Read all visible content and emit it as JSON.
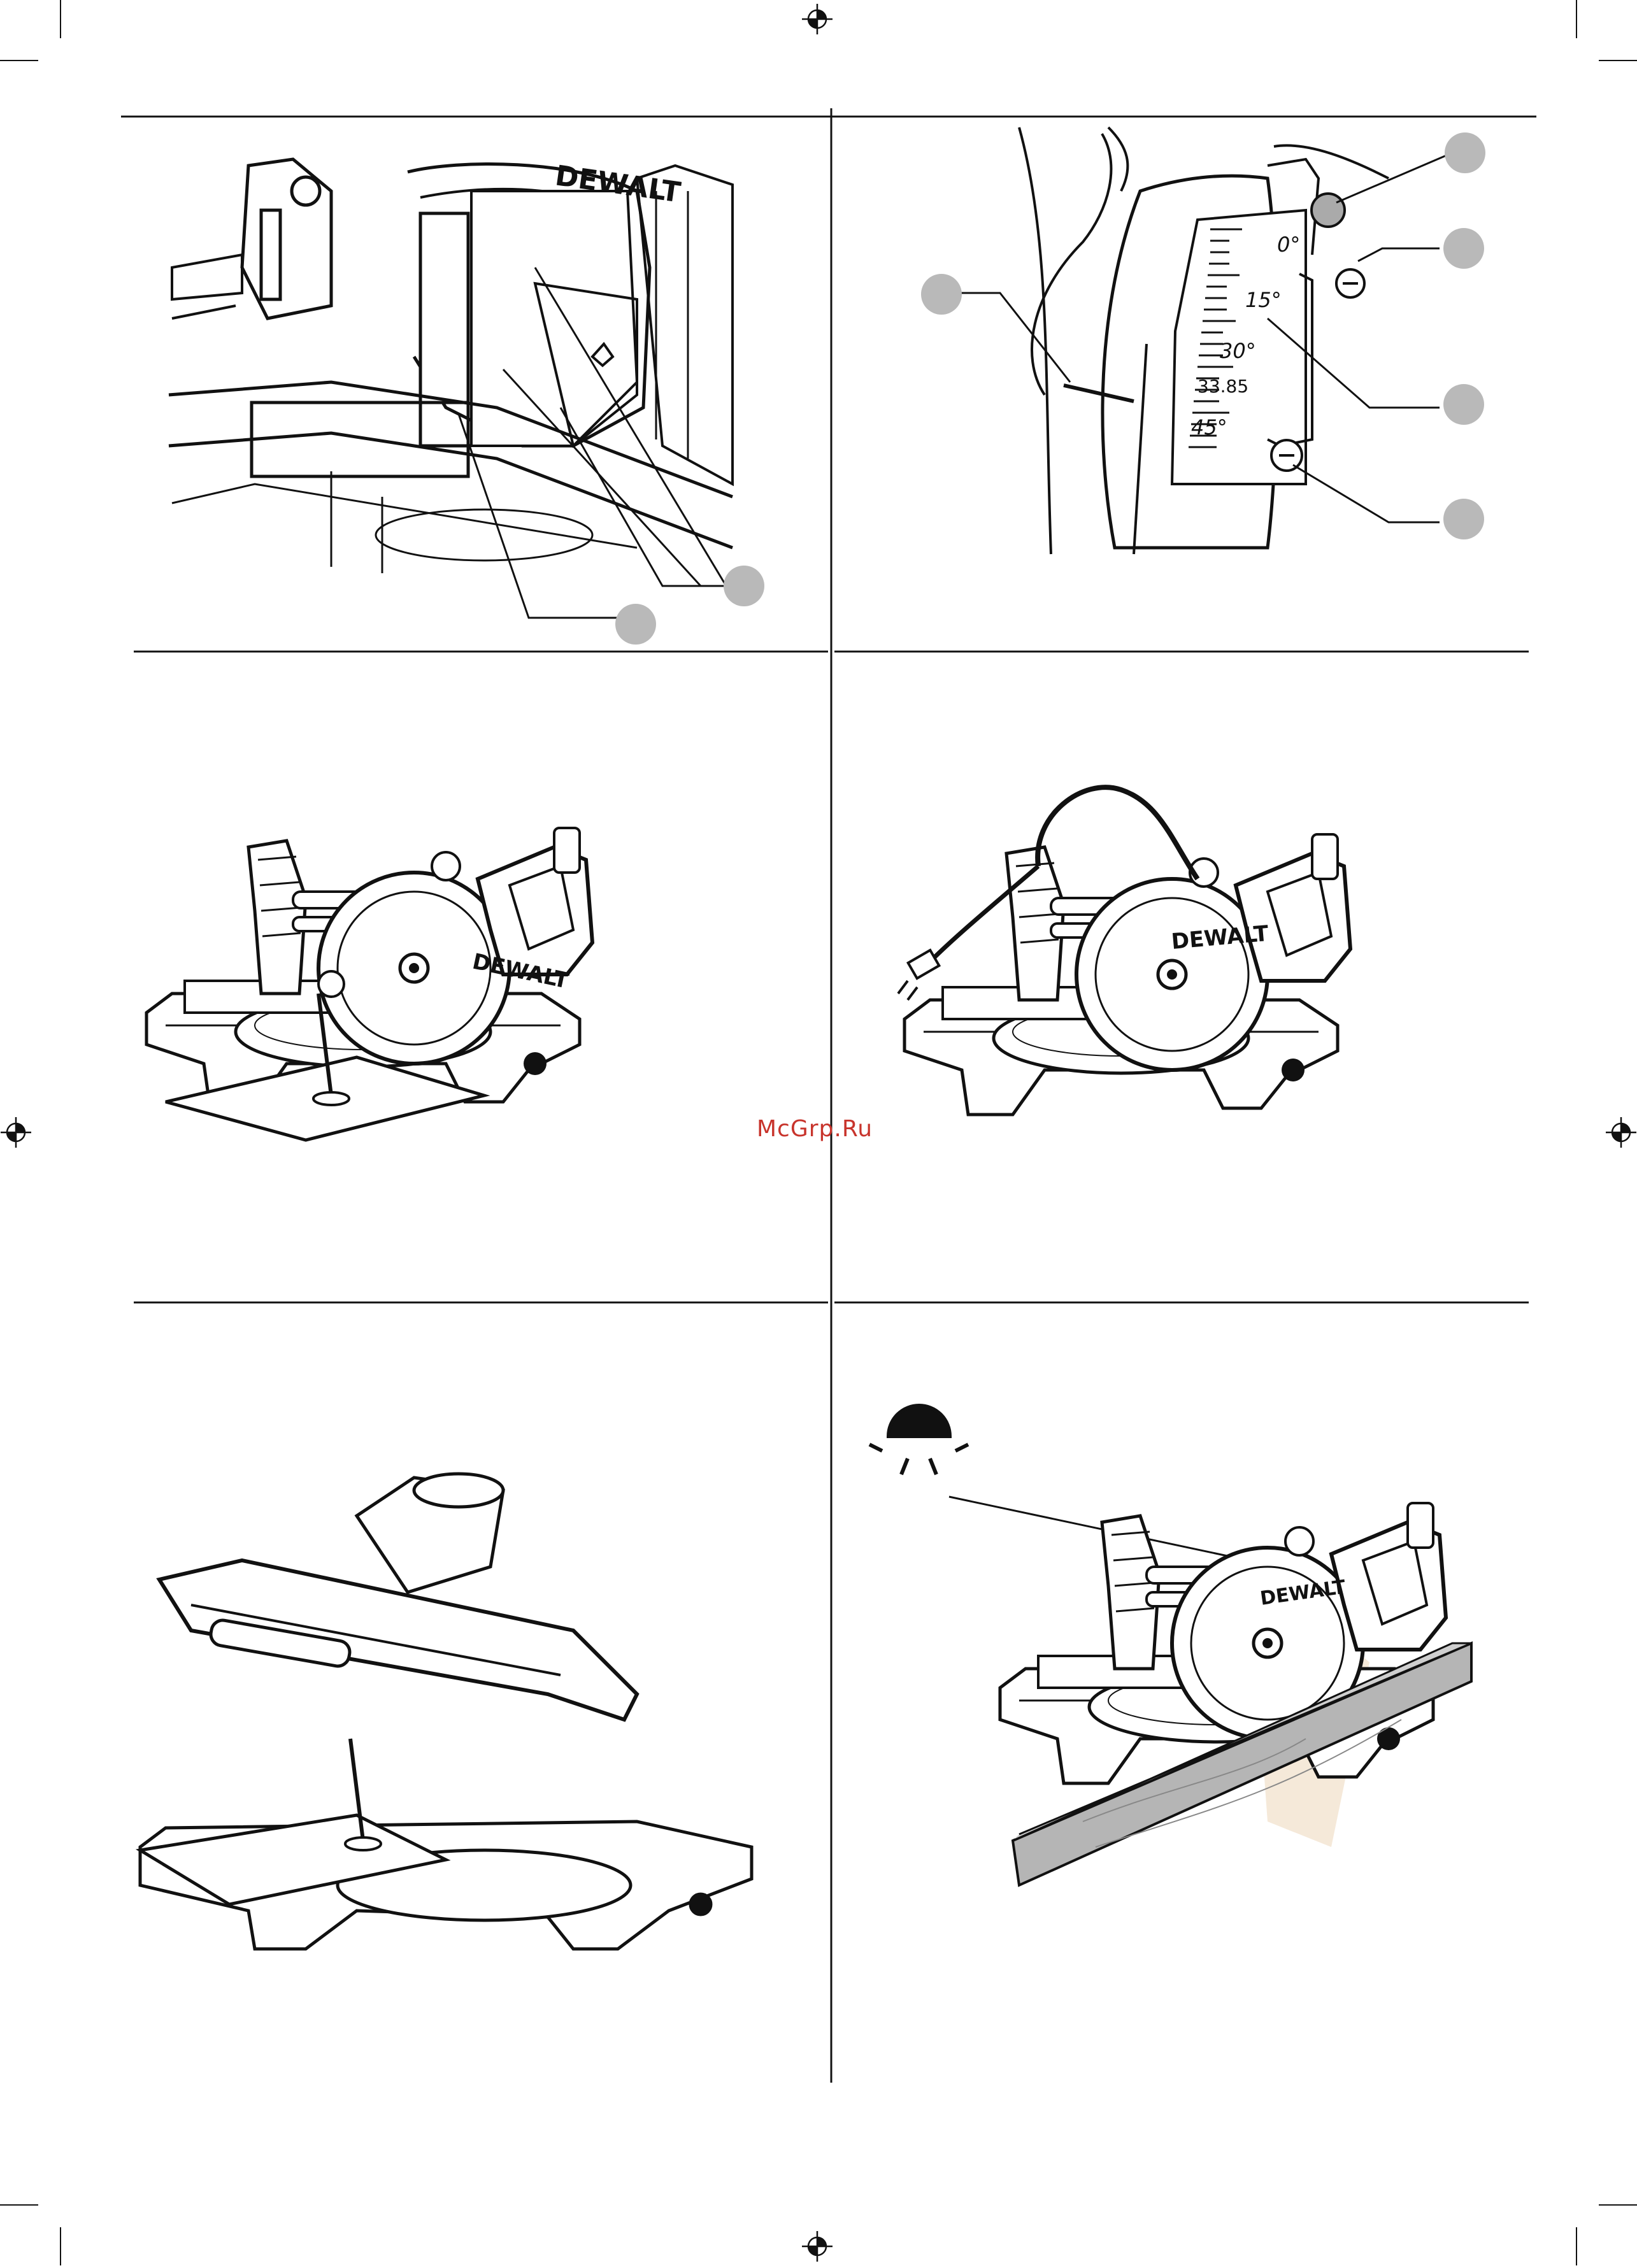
{
  "watermark": "McGrp.Ru",
  "brand": "DEWALT",
  "bevel_scale": {
    "labels": [
      "0°",
      "15°",
      "30°",
      "33.85",
      "45°"
    ]
  },
  "colors": {
    "ink": "#111111",
    "callout": "#b9b9b9",
    "watermark": "#c8342c",
    "board": "#b5b5b5",
    "glow": "#f3e3cf"
  },
  "icons": {
    "work_light": "sun-light-icon",
    "registration": "crosshair-mark-icon"
  }
}
